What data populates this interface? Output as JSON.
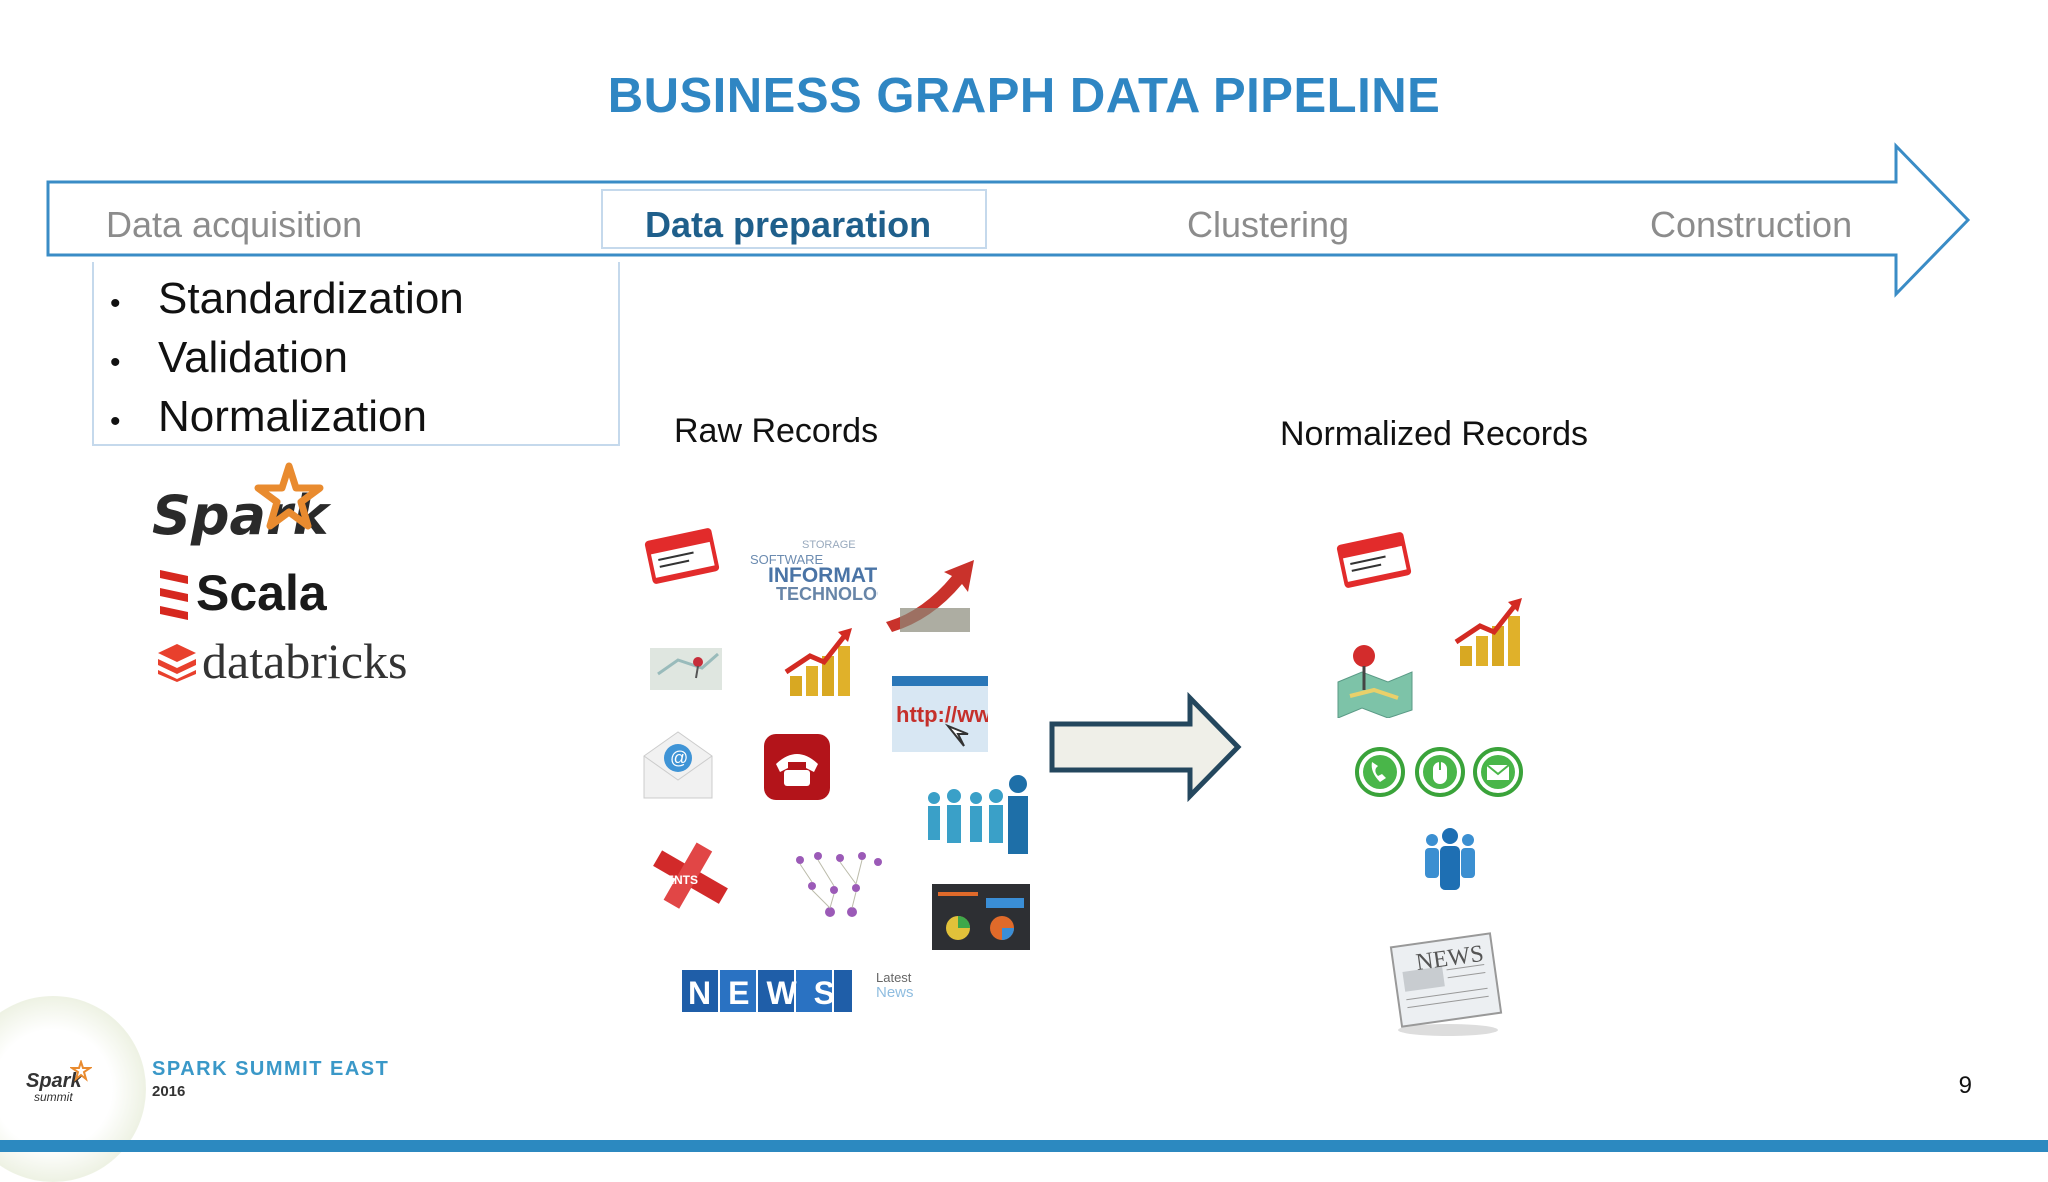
{
  "slide": {
    "title": "BUSINESS GRAPH DATA PIPELINE",
    "page_number": "9"
  },
  "pipeline": {
    "stages": [
      {
        "label": "Data acquisition",
        "active": false
      },
      {
        "label": "Data preparation",
        "active": true
      },
      {
        "label": "Clustering",
        "active": false
      },
      {
        "label": "Construction",
        "active": false
      }
    ],
    "active_steps": [
      "Standardization",
      "Validation",
      "Normalization"
    ]
  },
  "tools": [
    "Spark",
    "Scala",
    "databricks"
  ],
  "records": {
    "raw_label": "Raw Records",
    "normalized_label": "Normalized Records",
    "raw_icons": [
      "name-tag-icon",
      "word-cloud-icon",
      "growth-arrow-icon",
      "map-pin-icon",
      "coin-chart-icon",
      "url-link-icon",
      "email-icon",
      "telephone-icon",
      "team-icon",
      "events-news-blocks-icon",
      "network-people-icon",
      "dashboard-icon",
      "news-cubes-icon"
    ],
    "raw_texts": {
      "cube_letters": "NEWS",
      "latest_line1": "Latest",
      "latest_line2": "News",
      "url_text": "http://www",
      "cloud_line1": "INFORMATION",
      "cloud_line2": "TECHNOLOGY"
    },
    "normalized_icons": [
      "name-tag-icon",
      "coin-chart-icon",
      "map-pin-icon",
      "phone-circle-icon",
      "mouse-circle-icon",
      "mail-circle-icon",
      "people-icon",
      "newspaper-icon"
    ],
    "newspaper_text": "NEWS"
  },
  "footer": {
    "event_name": "SPARK SUMMIT EAST",
    "event_year": "2016",
    "logo_text": "Spark",
    "logo_sub": "summit"
  },
  "colors": {
    "title_blue": "#2f86c3",
    "pipeline_border": "#3a8cc6",
    "arrow_dark": "#24475e",
    "arrow_fill": "#efefe8",
    "footer_blue": "#2c89c0",
    "green_icon": "#3aa33a"
  }
}
